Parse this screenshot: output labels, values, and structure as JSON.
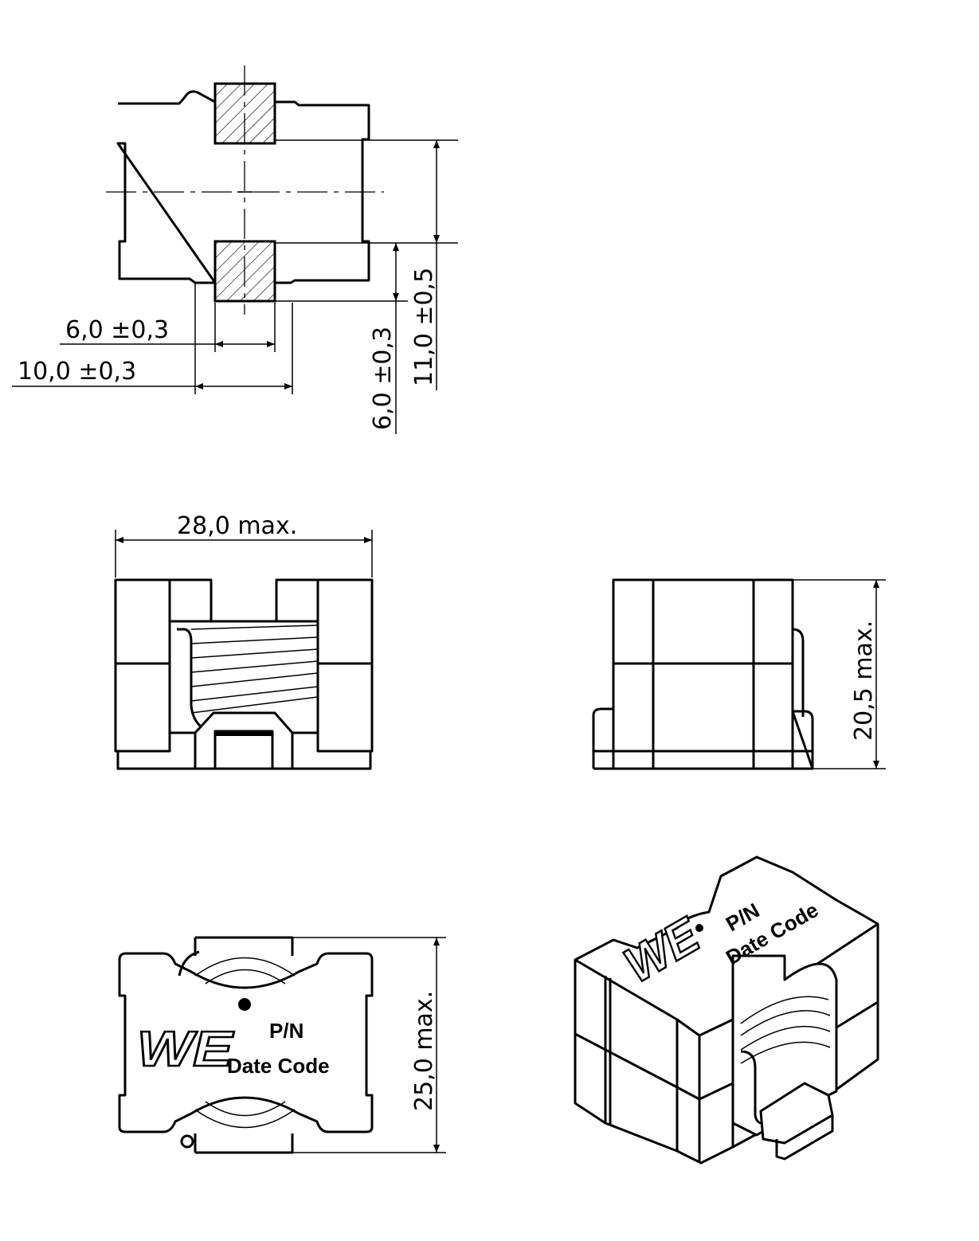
{
  "drawing": {
    "pad_layout": {
      "pad_width": "6,0 ±0,3",
      "pad_span": "10,0 ±0,3",
      "pad_length": "6,0 ±0,3",
      "pad_pitch": "11,0 ±0,5"
    },
    "front_view": {
      "width": "28,0 max."
    },
    "side_view": {
      "height": "20,5 max."
    },
    "bottom_view": {
      "depth": "25,0 max.",
      "logo": "WE",
      "part_number": "P/N",
      "date_code": "Date Code"
    },
    "isometric_view": {
      "logo": "WE",
      "part_number": "P/N",
      "date_code": "Date Code"
    }
  }
}
